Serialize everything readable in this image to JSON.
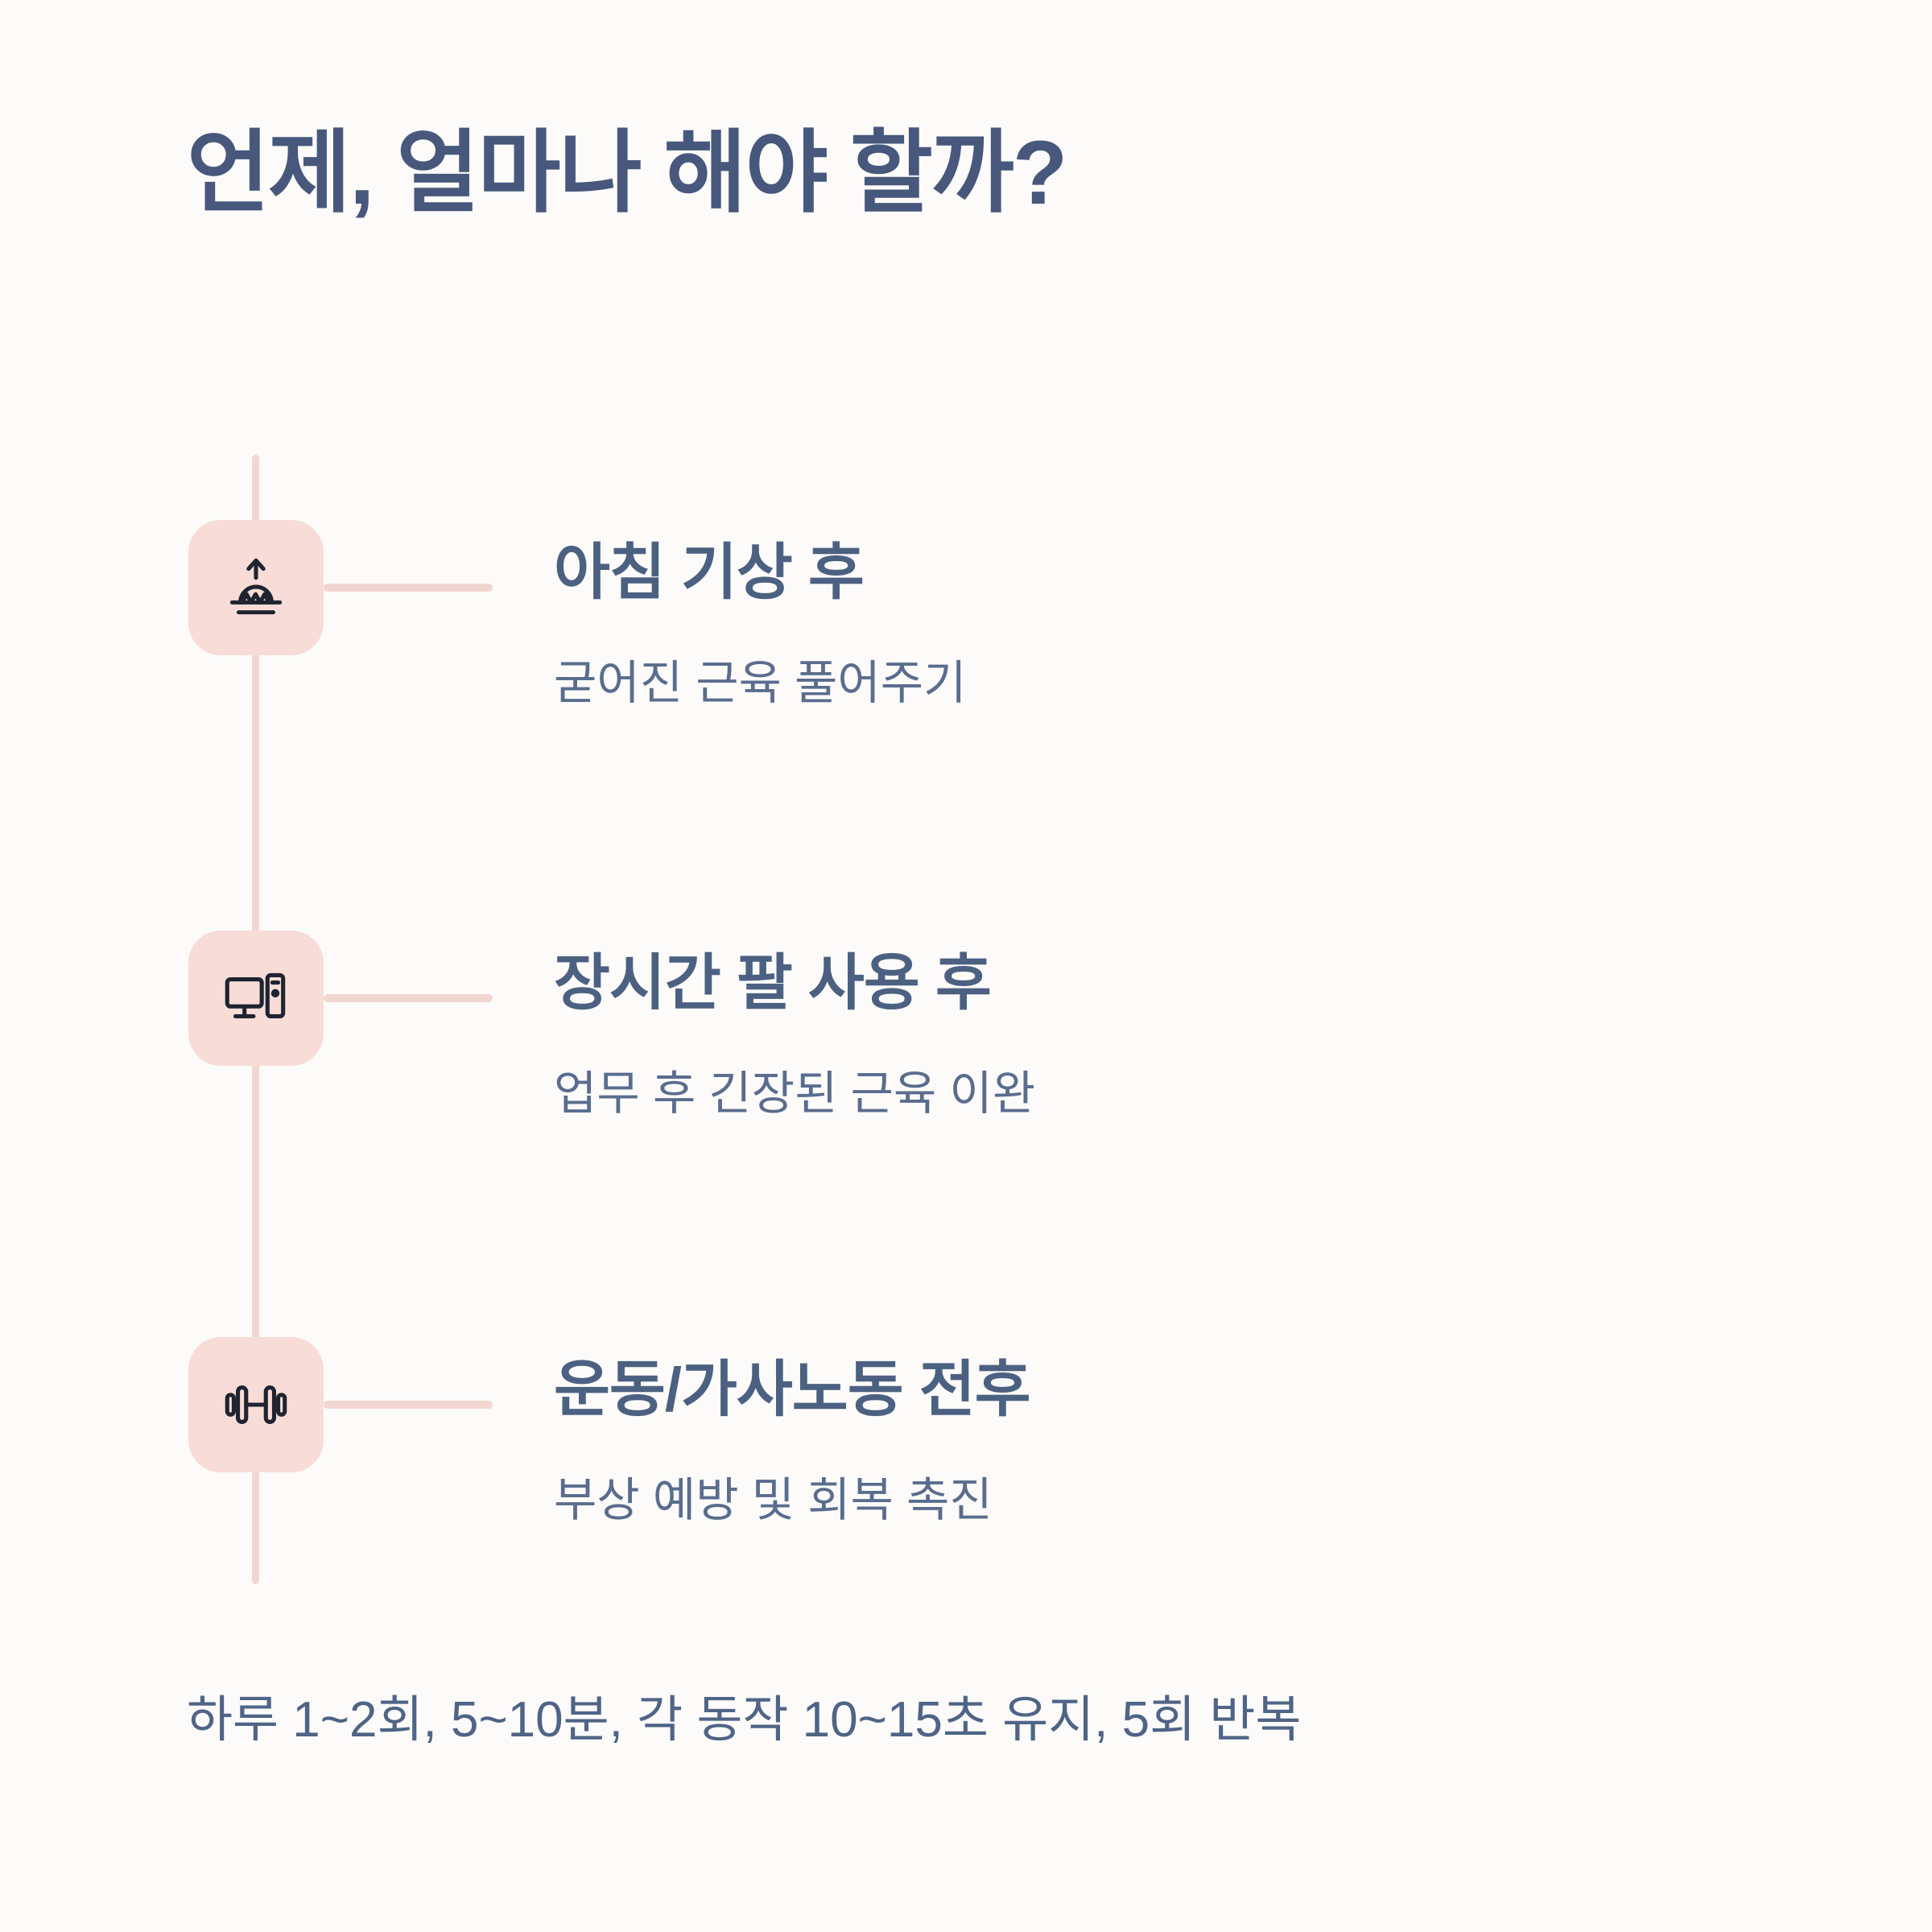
{
  "title": "언제, 얼마나 해야 할까?",
  "timeline": {
    "items": [
      {
        "icon": "sunrise-icon",
        "heading": "아침 기상 후",
        "subtitle": "굳어진 근육 풀어주기"
      },
      {
        "icon": "computer-icon",
        "heading": "장시간 팔 사용 후",
        "subtitle": "업무 후 긴장된 근육 이완"
      },
      {
        "icon": "dumbbell-icon",
        "heading": "운동/가사노동 전후",
        "subtitle": "부상 예방 및 회복 촉진"
      }
    ]
  },
  "footer": {
    "note": "하루 1~2회, 5~10분, 각 동작 10~15초 유지, 5회 반복"
  },
  "colors": {
    "background": "#fcfbfa",
    "title": "#47587c",
    "heading": "#4c6181",
    "subtitle": "#5a6d8e",
    "footer": "#4f6486",
    "timeline": "#f2d6d1",
    "icon_box": "#f8dcd8",
    "icon_stroke": "#1e2430"
  }
}
